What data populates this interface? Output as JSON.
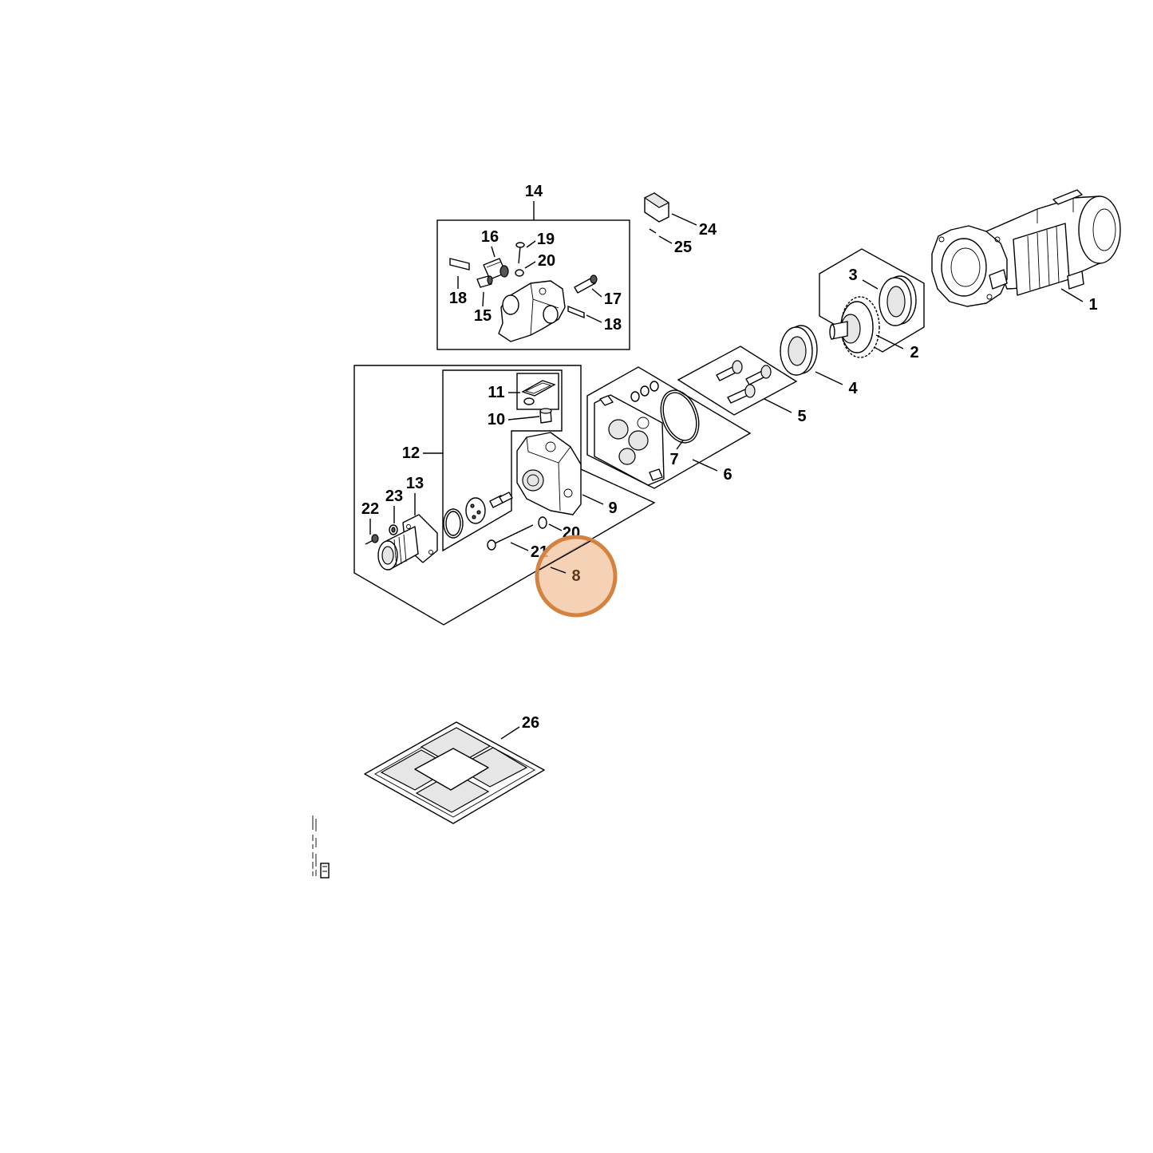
{
  "callouts": {
    "p1": "1",
    "p2": "2",
    "p3": "3",
    "p4": "4",
    "p5": "5",
    "p6": "6",
    "p7": "7",
    "p8": "8",
    "p9": "9",
    "p10": "10",
    "p11": "11",
    "p12": "12",
    "p13": "13",
    "p14": "14",
    "p15": "15",
    "p16": "16",
    "p17": "17",
    "p18a": "18",
    "p18b": "18",
    "p19": "19",
    "p20a": "20",
    "p20b": "20",
    "p21": "21",
    "p22": "22",
    "p23": "23",
    "p24": "24",
    "p25": "25",
    "p26": "26"
  },
  "highlight": {
    "label": "8",
    "fill": "#f2c7a3",
    "stroke": "#d3833f"
  },
  "colors": {
    "line": "#000000",
    "background": "#ffffff"
  }
}
